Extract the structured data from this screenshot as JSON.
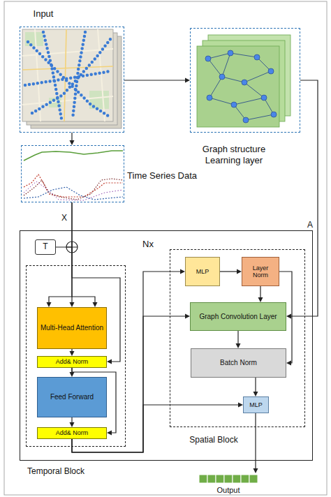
{
  "diagram": {
    "nodes": [
      {
        "text": [
          "Input"
        ]
      },
      {
        "text": [
          "Graph structure Learning layer"
        ]
      },
      {
        "text": [
          "Time Series Data"
        ]
      },
      {
        "text": [
          "Nx"
        ]
      },
      {
        "text": [
          "T"
        ],
        "in": 3
      },
      {
        "text": [
          "Temporal Block"
        ],
        "in": 3
      },
      {
        "text": [
          "Multi-Head Attention"
        ],
        "in": 5
      },
      {
        "text": [
          "Add& Norm"
        ],
        "in": 5
      },
      {
        "text": [
          "Feed Forward"
        ],
        "in": 5
      },
      {
        "text": [
          "Add& Norm"
        ],
        "in": 5
      },
      {
        "text": [
          "Spatial Block"
        ],
        "in": 3
      },
      {
        "text": [
          "MLP"
        ],
        "in": 10
      },
      {
        "text": [
          "Layer Norm"
        ],
        "in": 10
      },
      {
        "text": [
          "Graph Convolution Layer"
        ],
        "in": 10
      },
      {
        "text": [
          "Batch Norm"
        ],
        "in": 10
      },
      {
        "text": [
          "MLP"
        ],
        "in": 10
      },
      {
        "text": [
          "Output"
        ]
      }
    ],
    "edges": [
      {
        "from": 0,
        "to": 1,
        "arrow": "to"
      },
      {
        "from": 0,
        "to": 2,
        "arrow": "to"
      },
      {
        "from": 2,
        "to": 6,
        "label": "X",
        "arrow": "to"
      },
      {
        "from": 4,
        "to": 6,
        "arrow": "to"
      },
      {
        "from": 2,
        "to": 7,
        "arrow": "to"
      },
      {
        "from": 6,
        "to": 7,
        "arrow": "to"
      },
      {
        "from": 7,
        "to": 8,
        "arrow": "to"
      },
      {
        "from": 7,
        "to": 9,
        "arrow": "to"
      },
      {
        "from": 8,
        "to": 9,
        "arrow": "to"
      },
      {
        "from": 9,
        "to": 11,
        "arrow": "to"
      },
      {
        "from": 9,
        "to": 13,
        "arrow": "to"
      },
      {
        "from": 9,
        "to": 15,
        "arrow": "to"
      },
      {
        "from": 1,
        "to": 13,
        "label": "A",
        "arrow": "to"
      },
      {
        "from": 11,
        "to": 12,
        "arrow": "to"
      },
      {
        "from": 12,
        "to": 13,
        "arrow": "to"
      },
      {
        "from": 12,
        "to": 14,
        "arrow": "to"
      },
      {
        "from": 13,
        "to": 14,
        "arrow": "to"
      },
      {
        "from": 14,
        "to": 15,
        "arrow": "to"
      },
      {
        "from": 15,
        "to": 16,
        "arrow": "to"
      }
    ]
  }
}
